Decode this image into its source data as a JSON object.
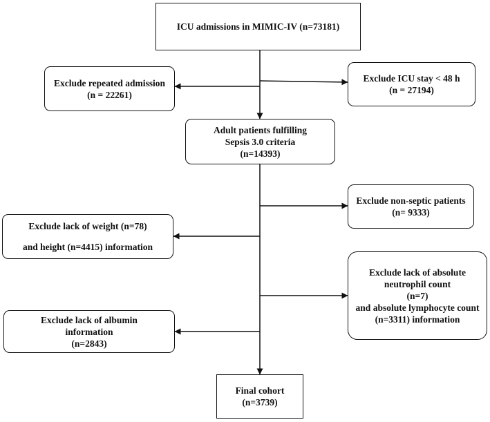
{
  "boxes": {
    "icu_admissions": {
      "lines": [
        "ICU admissions in MIMIC-IV (n=73181)"
      ]
    },
    "exclude_repeated": {
      "lines": [
        "Exclude repeated admission",
        "(n = 22261)"
      ]
    },
    "exclude_icu_stay": {
      "lines": [
        "Exclude ICU stay < 48 h",
        "(n = 27194)"
      ]
    },
    "adult_sepsis": {
      "lines": [
        "Adult patients fulfilling",
        "Sepsis 3.0 criteria",
        "(n=14393)"
      ]
    },
    "exclude_non_septic": {
      "lines": [
        "Exclude non-septic patients",
        "(n= 9333)"
      ]
    },
    "exclude_weight_height": {
      "lines": [
        "Exclude lack of weight (n=78)",
        "and height (n=4415) information"
      ]
    },
    "exclude_neutrophil_lymphocyte": {
      "lines": [
        "Exclude lack of absolute",
        "neutrophil count",
        "(n=7)",
        "and absolute lymphocyte count",
        "(n=3311) information"
      ]
    },
    "exclude_albumin": {
      "lines": [
        "Exclude lack of albumin",
        "information",
        "(n=2843)"
      ]
    },
    "final_cohort": {
      "lines": [
        "Final cohort",
        "(n=3739)"
      ]
    }
  },
  "colors": {
    "stroke": "#111111",
    "text": "#111111",
    "background": "#ffffff"
  }
}
